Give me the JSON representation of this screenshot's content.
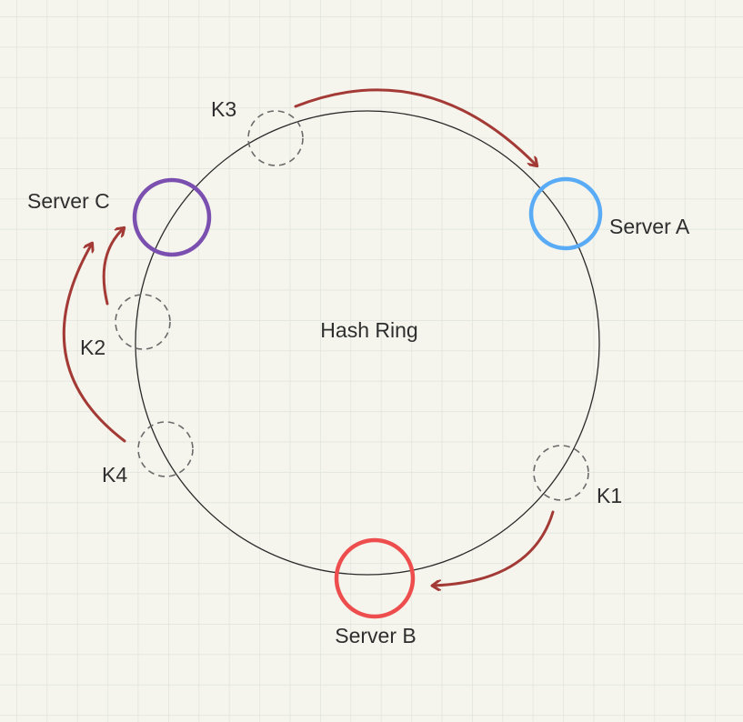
{
  "title": "Hash Ring",
  "servers": [
    {
      "label": "Server A",
      "color": "#5aabf5"
    },
    {
      "label": "Server B",
      "color": "#ee4d4d"
    },
    {
      "label": "Server C",
      "color": "#7b4fb0"
    }
  ],
  "keys": [
    {
      "label": "K1"
    },
    {
      "label": "K2"
    },
    {
      "label": "K3"
    },
    {
      "label": "K4"
    }
  ],
  "colors": {
    "arrow": "#a33a36",
    "ring": "#2a2a2a",
    "key_outline": "#6a6a6a",
    "grid": "#dfe3dd",
    "background": "#f5f5ed"
  }
}
